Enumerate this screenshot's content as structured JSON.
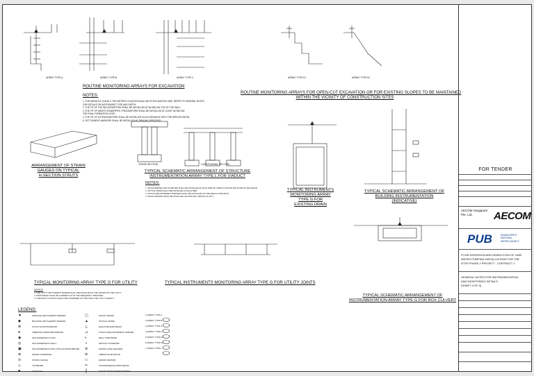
{
  "titles": {
    "routine_excavation": "ROUTINE MONITORING ARRAYS FOR EXCAVATION",
    "routine_open_cut_1": "ROUTINE MONITORING ARRAYS FOR OPEN-CUT EXCAVATION OR FOR EXISTING SLOPES TO BE MAINTAINED",
    "routine_open_cut_2": "WITHIN THE VICINITY OF CONSTRUCTION SITES",
    "strain_1": "ARRANGEMENT OF STRAIN",
    "strain_2": "GAUGES ON TYPICAL",
    "strain_3": "H-SECTION STRUTS",
    "viaduct_1": "TYPICAL SCHEMATIC ARRANGEMENT OF STRUCTURE",
    "viaduct_2": "INSTRUMENTATION ARRAY TYPE L FOR VIADUCT",
    "drain_1": "TYPICAL INSTRUMENTS",
    "drain_2": "MONITORING ARRAY",
    "drain_3": "TYPE G FOR",
    "drain_4": "EXISTING DRAIN",
    "building_1": "TYPICAL SCHEMATIC ARRANGEMENT OF",
    "building_2": "BUILDING INSTRUMENTATION",
    "building_3": "(INDICATIVE)",
    "utility": "TYPICAL MONITORING ARRAY TYPE G FOR UTILITY",
    "utility_joints": "TYPICAL INSTRUMENTS MONITORING ARRAY TYPE G FOR UTILITY JOINTS",
    "box_culvert_1": "TYPICAL SCHEMATIC ARRANGEMENT OF",
    "box_culvert_2": "INSTRUMENTATION ARRAY TYPE G FOR BOX CULVERT"
  },
  "array_labels": {
    "a": "ARRAY TYPE A",
    "b": "ARRAY TYPE B",
    "c": "ARRAY TYPE C",
    "k1": "ARRAY TYPE K1",
    "k2": "ARRAY TYPE K2",
    "cross": "CROSS SECTION",
    "longitudinal": "LONGITUDINAL SECTION"
  },
  "notes": {
    "heading": "NOTES:",
    "lines": [
      "1. FOR ARRAYS A, B AND C THE METERS LOCATION SHALL BE AT EXCAVATION SIDE. REFER TO GENERAL NOTES",
      "   FOR DETAILS ON INSTRUMENT TYPE AND DEPTH.",
      "2. THE TIP OF THE INCLINOMETERS SHALL BE INSTALLED AT 5m BELOW TOE OF THE WALL.",
      "3. THE TIP OF WATER STANDPIPES / PIEZOMETERS SHALL BE INSTALLED AT LEAST 3m BELOW",
      "   THE FINAL FORMATION LEVEL.",
      "4. THE TIP OF EXTENSOMETERS SHALL BE INSTALLED IN ACCORDANCE WITH THE SPECIFICATION.",
      "5. SETTLEMENT MARKERS SHALL BE INSTALLED AT SPACING SPECIFIED."
    ]
  },
  "viaduct_notes": {
    "heading": "NOTES:",
    "lines": [
      "1. INCLINOMETER AND TILTMETER SHALL BE INSTALLED AT EACH PIER OF VIADUCT WITHIN THE ZONE OF INFLUENCE.",
      "2. OPTICAL PRISM SHALL BE INSTALLED AT EACH PIER.",
      "3. STRUCTURE MOVEMENT MARKERS SHALL BE INSTALLED ON THE DECK AT MID-SPAN.",
      "4. CRACK METERS SHALL BE INSTALLED ON EXISTING CRACKS (IF ANY)."
    ]
  },
  "utility_notes": {
    "heading": "NOTES:",
    "lines": [
      "1. THE UTILITY SETTLEMENT MARKER SHALL BE INSTALLED AT THE CROWN OF THE UTILITY.",
      "2. MONITORING SHALL BE CARRIED OUT AT THE FREQUENCY SPECIFIED.",
      "3. THE EXACT LOCATION SHALL BE CONFIRMED ON SITE WITH THE UTILITY AGENCY."
    ]
  },
  "legend": {
    "heading": "LEGEND:",
    "col1": [
      {
        "sym": "▼",
        "text": "SURFACE SETTLEMENT MARKER"
      },
      {
        "sym": "◆",
        "text": "BUILDING SETTLEMENT MARKER"
      },
      {
        "sym": "⊗",
        "text": "IN-SITU EXTENSOMETER"
      },
      {
        "sym": "●",
        "text": "VIBRATING WIRE PIEZOMETER"
      },
      {
        "sym": "◉",
        "text": "INCLINOMETER IN SOIL"
      },
      {
        "sym": "◎",
        "text": "INCLINOMETER IN WALL"
      },
      {
        "sym": "▣",
        "text": "INCLINOMETER IN SOIL WITH EXTENSOMETER"
      },
      {
        "sym": "⊕",
        "text": "WATER STANDPIPE"
      },
      {
        "sym": "⊙",
        "text": "STRAIN GAUGE"
      },
      {
        "sym": "◇",
        "text": "TILTMETER"
      },
      {
        "sym": "■",
        "text": "LOAD CELL"
      }
    ],
    "col2": [
      {
        "sym": "▢",
        "text": "CRACK METER"
      },
      {
        "sym": "▲",
        "text": "OPTICAL PRISM"
      },
      {
        "sym": "△",
        "text": "ELECTROLEVEL BEAM"
      },
      {
        "sym": "⊿",
        "text": "STRUCTURE MOVEMENT MARKER"
      },
      {
        "sym": "◐",
        "text": "REAL TIME PRISM"
      },
      {
        "sym": "◑",
        "text": "MANUAL TILTMETER"
      },
      {
        "sym": "⊚",
        "text": "WATER LEVEL READER"
      },
      {
        "sym": "⊘",
        "text": "VIBRATION MONITOR"
      },
      {
        "sym": "▭",
        "text": "ELBOW SENSOR"
      },
      {
        "sym": "═",
        "text": "CONVERGENCE MONITORING"
      },
      {
        "sym": "║",
        "text": "UTILITY SETTLEMENT MARKER"
      }
    ],
    "col3": [
      {
        "text": "1-ARRAY TYPE A"
      },
      {
        "text": "2-ARRAY TYPE B"
      },
      {
        "text": "3-ARRAY TYPE C"
      },
      {
        "text": "4-ARRAY TYPE G"
      },
      {
        "text": "5-ARRAY TYPE K1"
      },
      {
        "text": "6-ARRAY TYPE K2"
      },
      {
        "text": "7-ARRAY TYPE L"
      }
    ]
  },
  "title_block": {
    "for_tender": "FOR TENDER",
    "aecom_company": "AECOM Singapore",
    "aecom_company_2": "Pte. Ltd.",
    "aecom_logo": "AECOM",
    "pub_logo": "PUB",
    "pub_tag_1": "SINGAPORE'S",
    "pub_tag_2": "NATIONAL",
    "pub_tag_3": "WATER AGENCY",
    "project_1": "FLOW DIVERSION AND DEMOLITION OF LIMD",
    "project_2": "WATER PUMPING INSTALLATIONS FOR THE",
    "project_3": "DTSS PHASE 2 PROJECT - CONTRACT 1",
    "drawing_title_1": "GENERAL NOTES FOR INSTRUMENTATION",
    "drawing_title_2": "AND MONITORING DETAILS",
    "drawing_title_3": "(SHEET 4 OF 5)"
  }
}
